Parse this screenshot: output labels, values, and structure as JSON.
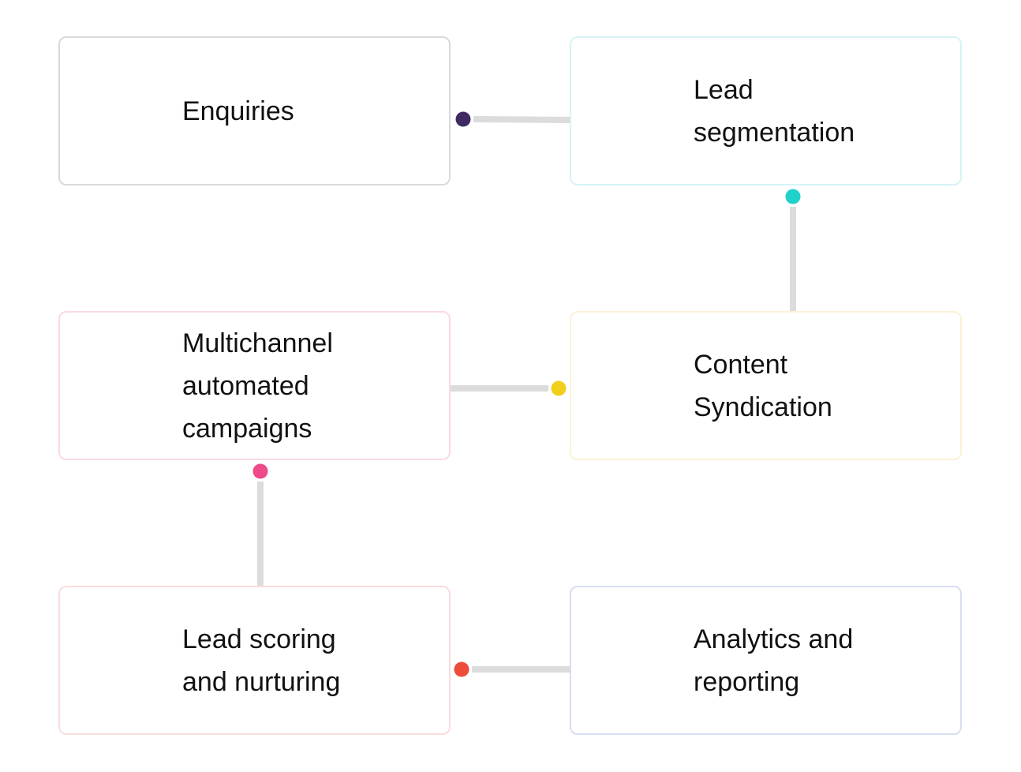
{
  "diagram": {
    "nodes": [
      {
        "id": "enquiries",
        "label": "Enquiries",
        "border_color": "#d9d9de"
      },
      {
        "id": "lead-segmentation",
        "label": "Lead\nsegmentation",
        "border_color": "#d6f3f6"
      },
      {
        "id": "multichannel",
        "label": "Multichannel\nautomated\ncampaigns",
        "border_color": "#fbd9e4"
      },
      {
        "id": "content-syndication",
        "label": "Content\nSyndication",
        "border_color": "#faf2d6"
      },
      {
        "id": "lead-scoring",
        "label": "Lead scoring\nand nurturing",
        "border_color": "#fbdcdc"
      },
      {
        "id": "analytics",
        "label": "Analytics and\nreporting",
        "border_color": "#d7def2"
      }
    ],
    "edges": [
      {
        "from": "enquiries",
        "to": "lead-segmentation",
        "dot_color": "#3f2a63"
      },
      {
        "from": "lead-segmentation",
        "to": "content-syndication",
        "dot_color": "#1fd1c8"
      },
      {
        "from": "content-syndication",
        "to": "multichannel",
        "dot_color": "#f2cf1c"
      },
      {
        "from": "multichannel",
        "to": "lead-scoring",
        "dot_color": "#ef4a8a"
      },
      {
        "from": "lead-scoring",
        "to": "analytics",
        "dot_color": "#ef4b3a"
      }
    ],
    "line_color": "#dcdcdc"
  }
}
